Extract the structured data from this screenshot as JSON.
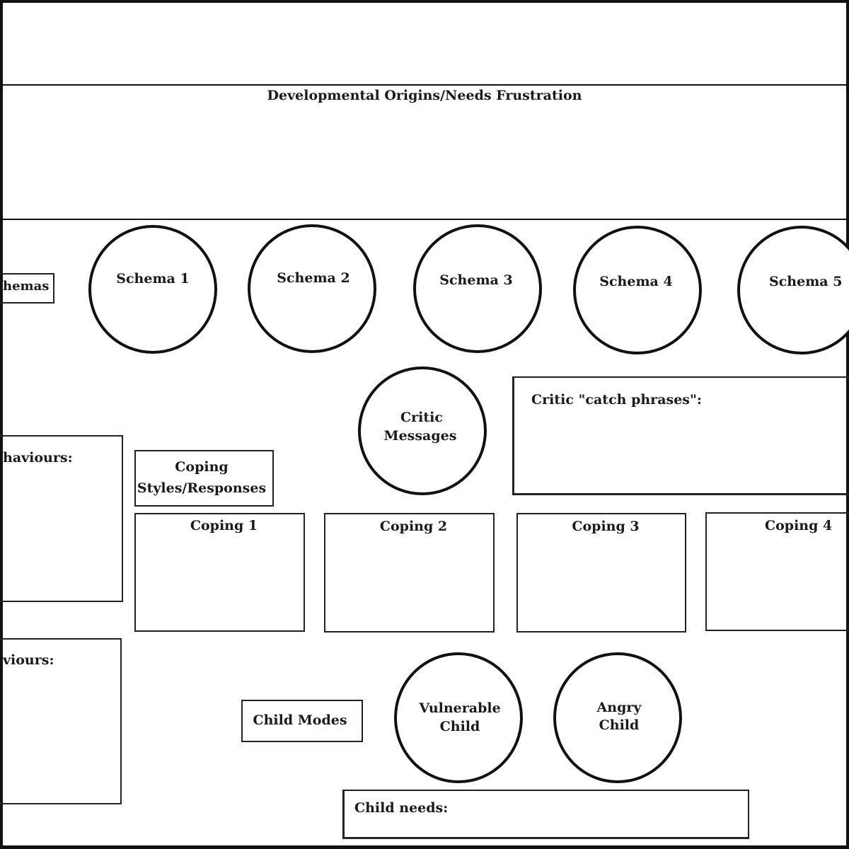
{
  "sections": {
    "developmental_origins_title": "Developmental Origins/Needs Frustration"
  },
  "schemas": {
    "side_label": "hemas",
    "items": [
      "Schema 1",
      "Schema 2",
      "Schema 3",
      "Schema 4",
      "Schema 5"
    ]
  },
  "critic": {
    "messages_line1": "Critic",
    "messages_line2": "Messages",
    "catch_phrases_label": "Critic \"catch phrases\":"
  },
  "behaviours": {
    "upper_label": "haviours:",
    "lower_label": "viours:"
  },
  "coping": {
    "styles_line1": "Coping",
    "styles_line2": "Styles/Responses",
    "items": [
      "Coping 1",
      "Coping 2",
      "Coping 3",
      "Coping 4"
    ]
  },
  "child": {
    "modes_label": "Child Modes",
    "vulnerable_line1": "Vulnerable",
    "vulnerable_line2": "Child",
    "angry_line1": "Angry",
    "angry_line2": "Child",
    "needs_label": "Child needs:"
  }
}
